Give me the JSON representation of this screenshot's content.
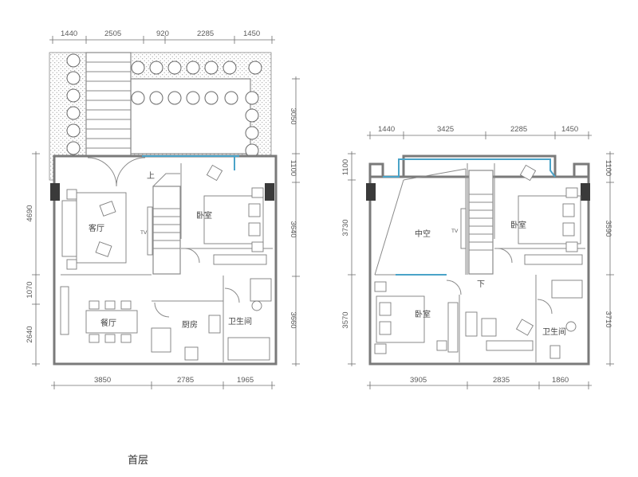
{
  "floor_label": "首层",
  "ground_floor": {
    "top_dims": [
      "1440",
      "2505",
      "920",
      "2285",
      "1450"
    ],
    "bottom_dims": [
      "3850",
      "2785",
      "1965"
    ],
    "left_dims": [
      "4690",
      "1070",
      "2640"
    ],
    "right_dims": [
      "3050",
      "1100",
      "3640",
      "3660"
    ],
    "rooms": {
      "living": "客厅",
      "bedroom": "卧室",
      "dining": "餐厅",
      "kitchen": "厨房",
      "bathroom": "卫生间"
    },
    "stair_label": "上",
    "tv_label": "TV"
  },
  "upper_floor": {
    "top_dims": [
      "1440",
      "3425",
      "2285",
      "1450"
    ],
    "bottom_dims": [
      "3905",
      "2835",
      "1860"
    ],
    "left_dims": [
      "1100",
      "3730",
      "3570"
    ],
    "right_dims": [
      "1100",
      "3590",
      "3710"
    ],
    "rooms": {
      "void": "中空",
      "bedroom_a": "卧室",
      "bedroom_b": "卧室",
      "bathroom": "卫生间"
    },
    "stair_label": "下",
    "tv_label": "TV"
  }
}
